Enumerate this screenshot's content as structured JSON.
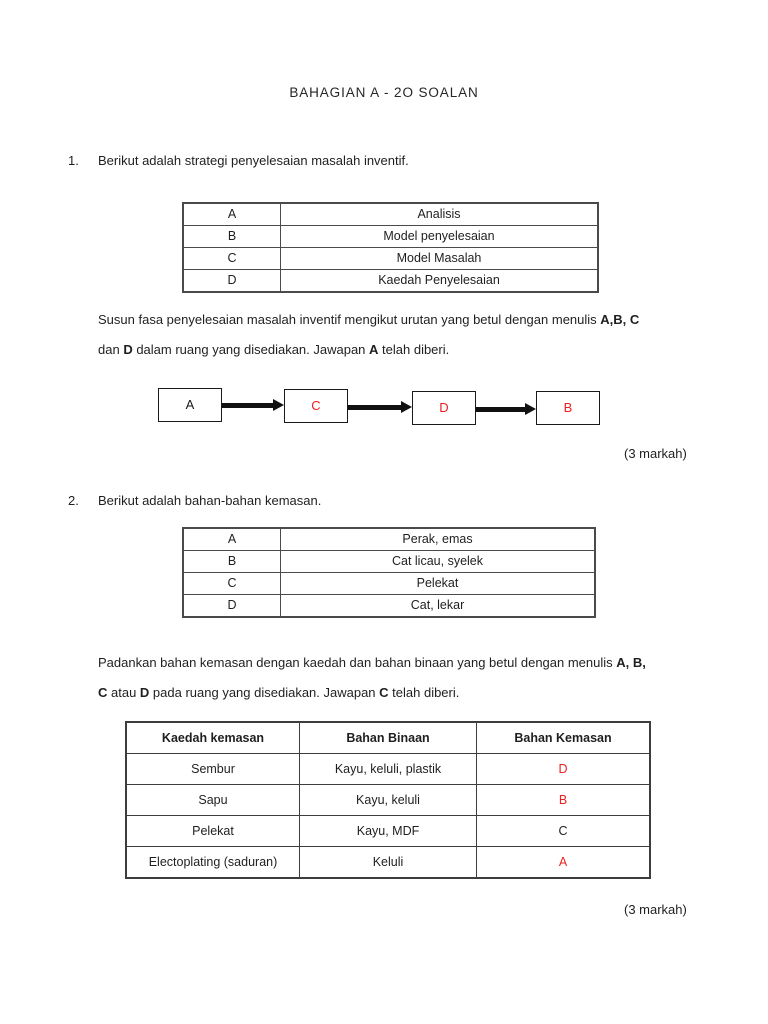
{
  "document": {
    "title": "BAHAGIAN A - 2O SOALAN"
  },
  "questions": [
    {
      "number": "1.",
      "stem": "Berikut adalah strategi penyelesaian masalah inventif.",
      "option_table": {
        "rows": [
          {
            "key": "A",
            "value": "Analisis"
          },
          {
            "key": "B",
            "value": "Model penyelesaian"
          },
          {
            "key": "C",
            "value": "Model Masalah"
          },
          {
            "key": "D",
            "value": "Kaedah Penyelesaian"
          }
        ]
      },
      "instruction": {
        "line1_a": "Susun fasa penyelesaian masalah inventif mengikut urutan yang betul dengan menulis ",
        "line1_b": "A,B, C",
        "line2_a": "dan ",
        "line2_b": "D",
        "line2_c": " dalam ruang yang disediakan. Jawapan ",
        "line2_d": "A",
        "line2_e": " telah diberi."
      },
      "flow": {
        "boxes": [
          {
            "label": "A",
            "color": "black"
          },
          {
            "label": "C",
            "color": "red"
          },
          {
            "label": "D",
            "color": "red"
          },
          {
            "label": "B",
            "color": "red"
          }
        ]
      },
      "marks": "(3 markah)"
    },
    {
      "number": "2.",
      "stem": "Berikut adalah bahan-bahan kemasan.",
      "option_table": {
        "rows": [
          {
            "key": "A",
            "value": "Perak, emas"
          },
          {
            "key": "B",
            "value": "Cat licau, syelek"
          },
          {
            "key": "C",
            "value": "Pelekat"
          },
          {
            "key": "D",
            "value": "Cat, lekar"
          }
        ]
      },
      "instruction": {
        "line1_a": "Padankan bahan kemasan dengan kaedah dan bahan binaan yang betul dengan menulis ",
        "line1_b": "A, B,",
        "line2_a": "C",
        "line2_b": " atau ",
        "line2_c": "D",
        "line2_d": " pada ruang yang disediakan. Jawapan ",
        "line2_e": "C",
        "line2_f": " telah diberi."
      },
      "match_table": {
        "headers": [
          "Kaedah kemasan",
          "Bahan Binaan",
          "Bahan Kemasan"
        ],
        "rows": [
          {
            "kaedah": "Sembur",
            "bahan_binaan": "Kayu, keluli, plastik",
            "jawapan": "D",
            "jawapan_color": "red"
          },
          {
            "kaedah": "Sapu",
            "bahan_binaan": "Kayu, keluli",
            "jawapan": "B",
            "jawapan_color": "red"
          },
          {
            "kaedah": "Pelekat",
            "bahan_binaan": "Kayu, MDF",
            "jawapan": "C",
            "jawapan_color": "black"
          },
          {
            "kaedah": "Electoplating (saduran)",
            "bahan_binaan": "Keluli",
            "jawapan": "A",
            "jawapan_color": "red"
          }
        ]
      },
      "marks": "(3 markah)"
    }
  ],
  "colors": {
    "answer_red": "#ee2020",
    "text": "#1f1f1f",
    "border": "#3d3d3d"
  }
}
